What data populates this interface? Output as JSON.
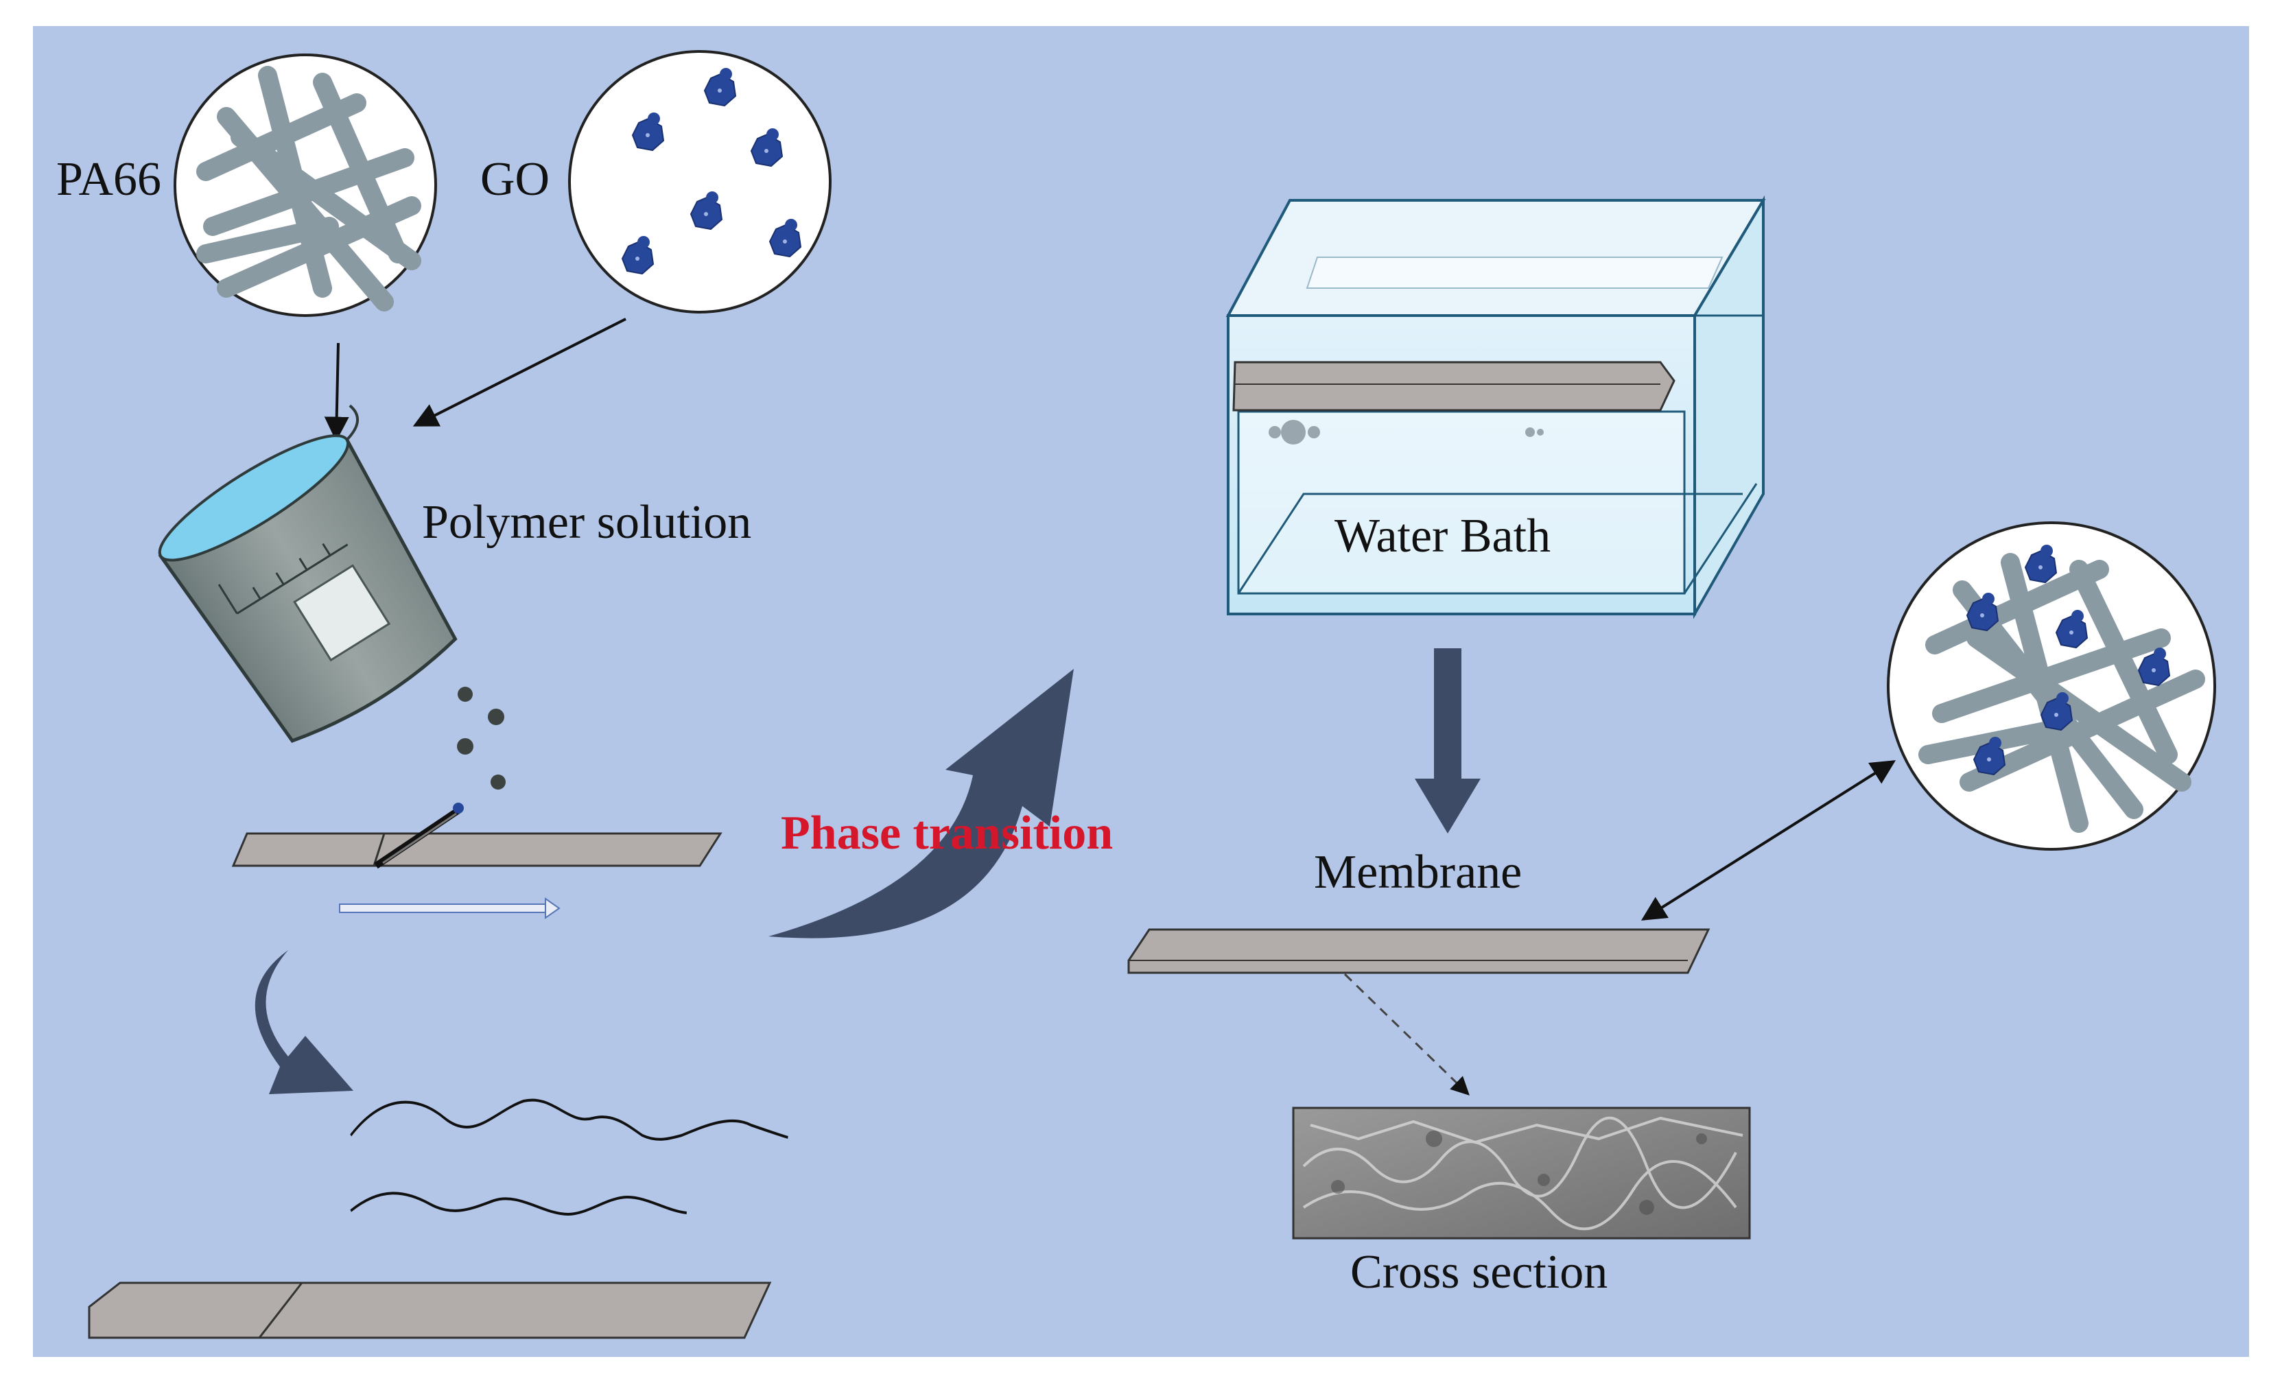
{
  "labels": {
    "pa66": "PA66",
    "go": "GO",
    "polymer_solution": "Polymer solution",
    "phase_transition": "Phase transition",
    "water_bath": "Water Bath",
    "membrane": "Membrane",
    "cross_section": "Cross section"
  },
  "colors": {
    "background": "#b3c6e7",
    "fiber": "#8a9aa3",
    "go_flake": "#27479a",
    "arrow_dark": "#3d4b66",
    "slab": "#b2adab",
    "accent_red": "#d6162a"
  },
  "icons": [
    "pa66-fiber-circle-icon",
    "go-particle-circle-icon",
    "beaker-icon",
    "casting-knife-icon",
    "water-bath-tank-icon",
    "composite-membrane-circle-icon",
    "sem-cross-section-image"
  ]
}
